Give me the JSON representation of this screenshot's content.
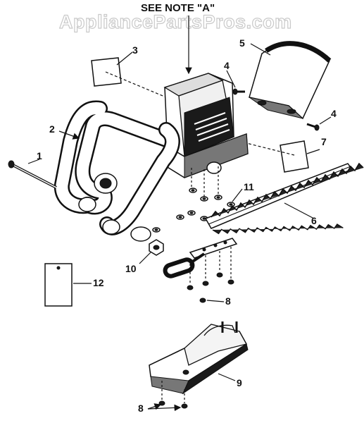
{
  "watermark": "AppliancePartsPros.com",
  "note": "SEE NOTE \"A\"",
  "callouts": {
    "c1": "1",
    "c2": "2",
    "c3": "3",
    "c4a": "4",
    "c4b": "4",
    "c5": "5",
    "c6": "6",
    "c7": "7",
    "c8a": "8",
    "c8b": "8",
    "c9": "9",
    "c10": "10",
    "c11": "11",
    "c12": "12"
  }
}
